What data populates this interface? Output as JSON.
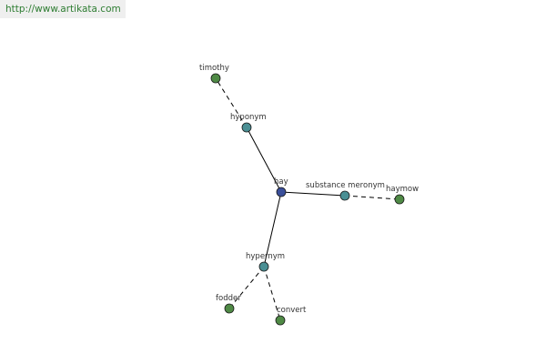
{
  "site": {
    "url": "http://www.artikata.com"
  },
  "colors": {
    "center": "#3a4f9a",
    "relation": "#4a8f94",
    "leaf": "#4f8a45"
  },
  "graph": {
    "nodes": [
      {
        "id": "hay",
        "label": "hay",
        "kind": "center"
      },
      {
        "id": "hyponym",
        "label": "hyponym",
        "kind": "relation"
      },
      {
        "id": "substance-meronym",
        "label": "substance meronym",
        "kind": "relation"
      },
      {
        "id": "hypernym",
        "label": "hypernym",
        "kind": "relation"
      },
      {
        "id": "timothy",
        "label": "timothy",
        "kind": "leaf"
      },
      {
        "id": "haymow",
        "label": "haymow",
        "kind": "leaf"
      },
      {
        "id": "fodder",
        "label": "fodder",
        "kind": "leaf"
      },
      {
        "id": "convert",
        "label": "convert",
        "kind": "leaf"
      }
    ],
    "edges": [
      {
        "from": "hay",
        "to": "hyponym",
        "style": "solid"
      },
      {
        "from": "hay",
        "to": "substance-meronym",
        "style": "solid"
      },
      {
        "from": "hay",
        "to": "hypernym",
        "style": "solid"
      },
      {
        "from": "hyponym",
        "to": "timothy",
        "style": "dashed"
      },
      {
        "from": "substance-meronym",
        "to": "haymow",
        "style": "dashed"
      },
      {
        "from": "hypernym",
        "to": "fodder",
        "style": "dashed"
      },
      {
        "from": "hypernym",
        "to": "convert",
        "style": "dashed"
      }
    ]
  }
}
